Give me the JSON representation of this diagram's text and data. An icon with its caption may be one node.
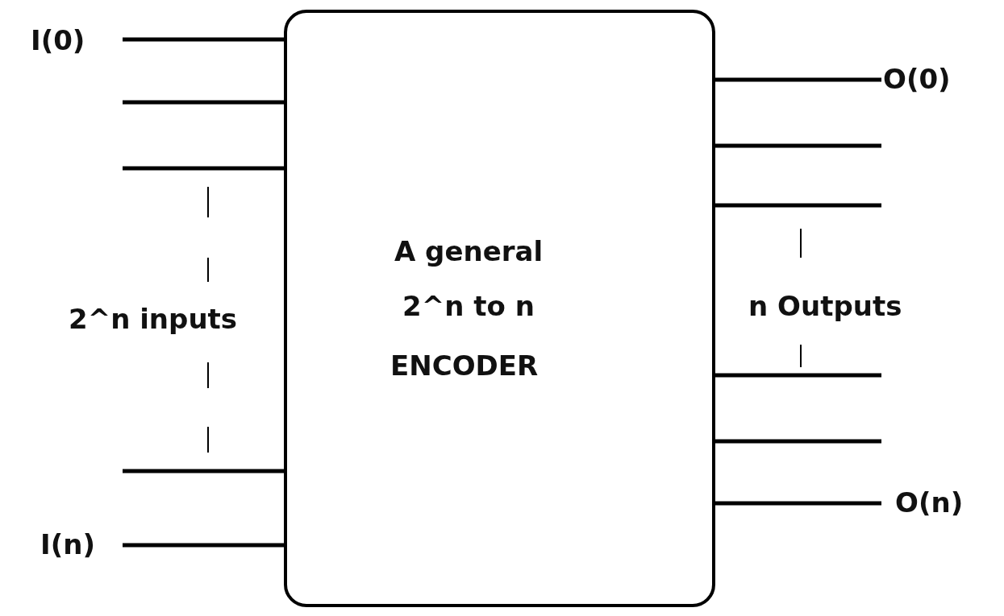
{
  "diagram": {
    "nodes": [
      {
        "text": [
          "A general 2^n to n",
          "ENCODER"
        ]
      },
      {
        "text": [
          "I(0)"
        ]
      },
      {
        "text": [
          "I(n)"
        ]
      },
      {
        "text": [
          "O(0)"
        ]
      },
      {
        "text": [
          "O(n)"
        ]
      }
    ],
    "edges": [
      {
        "from": 1,
        "to": 0,
        "arrow": "none"
      },
      {
        "from": null,
        "to": 0,
        "arrow": "none"
      },
      {
        "from": null,
        "to": 0,
        "arrow": "none"
      },
      {
        "from": null,
        "to": 0,
        "arrow": "none"
      },
      {
        "from": 2,
        "to": 0,
        "arrow": "none"
      },
      {
        "from": 0,
        "to": 3,
        "arrow": "none"
      },
      {
        "from": 0,
        "to": null,
        "arrow": "none"
      },
      {
        "from": 0,
        "to": null,
        "arrow": "none"
      },
      {
        "from": 0,
        "to": null,
        "arrow": "none"
      },
      {
        "from": 0,
        "to": null,
        "arrow": "none"
      },
      {
        "from": 0,
        "to": 4,
        "arrow": "none"
      }
    ],
    "labels": [
      "2^n inputs",
      "n Outputs"
    ]
  }
}
